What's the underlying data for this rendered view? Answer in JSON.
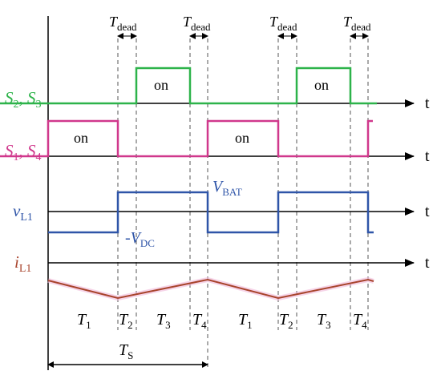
{
  "colors": {
    "s23": "#2db34a",
    "s14": "#d0388c",
    "vl1": "#2f55a8",
    "il1": "#a8442c",
    "axis": "#000000",
    "dash": "#555555"
  },
  "dead_time": {
    "symbol": "T",
    "subscript": "dead"
  },
  "signals": {
    "s23": {
      "label_a": "S",
      "sub_a": "2",
      "sep": ", ",
      "label_b": "S",
      "sub_b": "3",
      "on_text": "on"
    },
    "s14": {
      "label_a": "S",
      "sub_a": "1",
      "sep": ", ",
      "label_b": "S",
      "sub_b": "4",
      "on_text": "on"
    },
    "vl1": {
      "label": "v",
      "sub": "L1",
      "high": {
        "symbol": "V",
        "subscript": "BAT"
      },
      "low": {
        "prefix": "-",
        "symbol": "V",
        "subscript": "DC"
      }
    },
    "il1": {
      "label": "i",
      "sub": "L1"
    }
  },
  "time_label": "t",
  "intervals": [
    {
      "symbol": "T",
      "sub": "1"
    },
    {
      "symbol": "T",
      "sub": "2"
    },
    {
      "symbol": "T",
      "sub": "3"
    },
    {
      "symbol": "T",
      "sub": "4"
    },
    {
      "symbol": "T",
      "sub": "1"
    },
    {
      "symbol": "T",
      "sub": "2"
    },
    {
      "symbol": "T",
      "sub": "3"
    },
    {
      "symbol": "T",
      "sub": "4"
    }
  ],
  "period": {
    "symbol": "T",
    "sub": "S"
  }
}
